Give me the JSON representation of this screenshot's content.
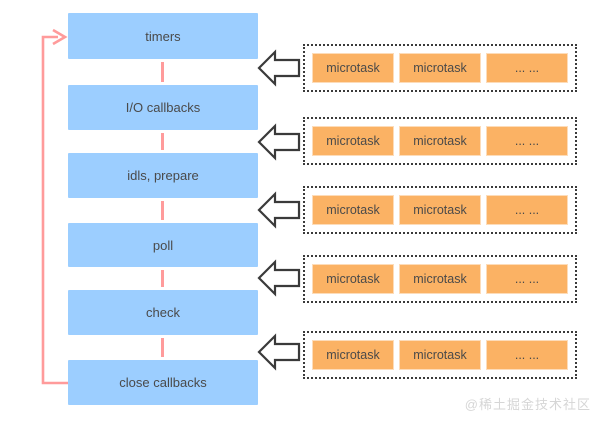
{
  "diagram": {
    "phases": [
      {
        "label": "timers"
      },
      {
        "label": "I/O callbacks"
      },
      {
        "label": "idls, prepare"
      },
      {
        "label": "poll"
      },
      {
        "label": "check"
      },
      {
        "label": "close callbacks"
      }
    ],
    "queues": [
      {
        "items": [
          "microtask",
          "microtask",
          "... ..."
        ]
      },
      {
        "items": [
          "microtask",
          "microtask",
          "... ..."
        ]
      },
      {
        "items": [
          "microtask",
          "microtask",
          "... ..."
        ]
      },
      {
        "items": [
          "microtask",
          "microtask",
          "... ..."
        ]
      },
      {
        "items": [
          "microtask",
          "microtask",
          "... ..."
        ]
      }
    ]
  },
  "colors": {
    "phase-fill": "#9cceff",
    "task-fill": "#fbb264",
    "loop-line": "#ff9b9b",
    "arrow-stroke": "#3a3a3a",
    "text": "#4a4a4a",
    "watermark": "#d6d6d6"
  },
  "watermark": {
    "label": "@稀土掘金技术社区"
  }
}
